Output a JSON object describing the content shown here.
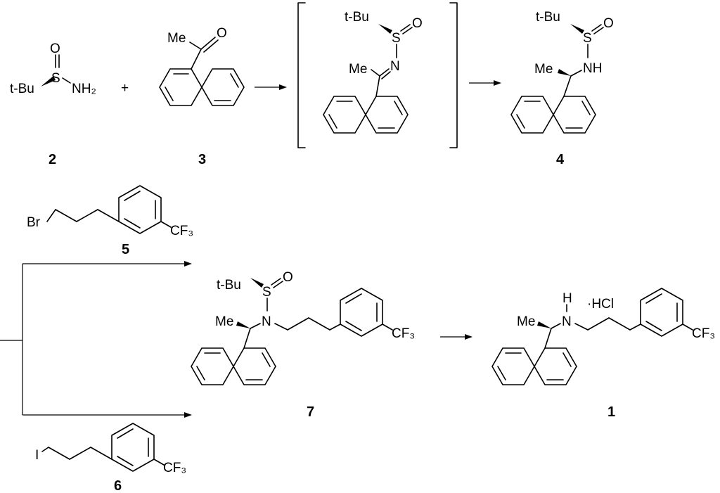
{
  "plus": "+",
  "labels": {
    "tbu": "t-Bu",
    "S": "S",
    "O": "O",
    "NH2": "NH₂",
    "Me": "Me",
    "N": "N",
    "NH": "NH",
    "H": "H",
    "Br": "Br",
    "I": "I",
    "CF3": "CF₃",
    "HCl": "·HCl"
  },
  "compounds": {
    "c2": "2",
    "c3": "3",
    "c4": "4",
    "c5": "5",
    "c6": "6",
    "c7": "7",
    "c1": "1"
  }
}
